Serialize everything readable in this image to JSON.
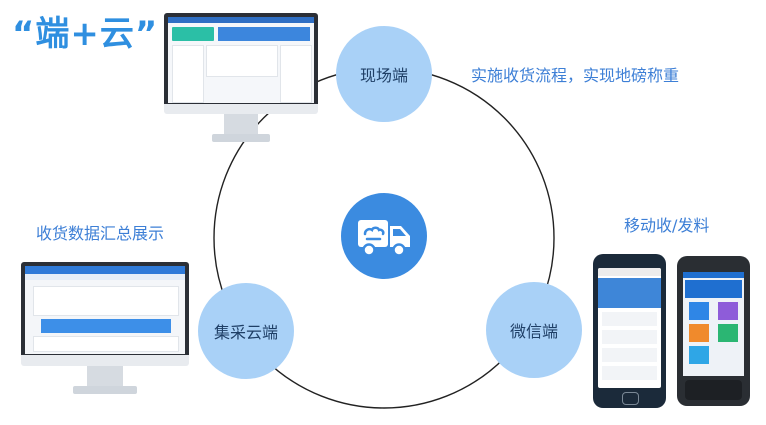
{
  "header": {
    "title": "“端+云”"
  },
  "nodes": {
    "site": "现场端",
    "cloud": "集采云端",
    "wechat": "微信端"
  },
  "captions": {
    "site_desc": "实施收货流程，实现地磅称重",
    "summary_desc": "收货数据汇总展示",
    "mobile_desc": "移动收/发料"
  },
  "colors": {
    "accent": "#3b8be0",
    "bubble": "#a9d1f7",
    "title": "#2f8fe0",
    "caption": "#3d7fd6"
  },
  "icons": {
    "center": "truck-cloud-icon"
  }
}
